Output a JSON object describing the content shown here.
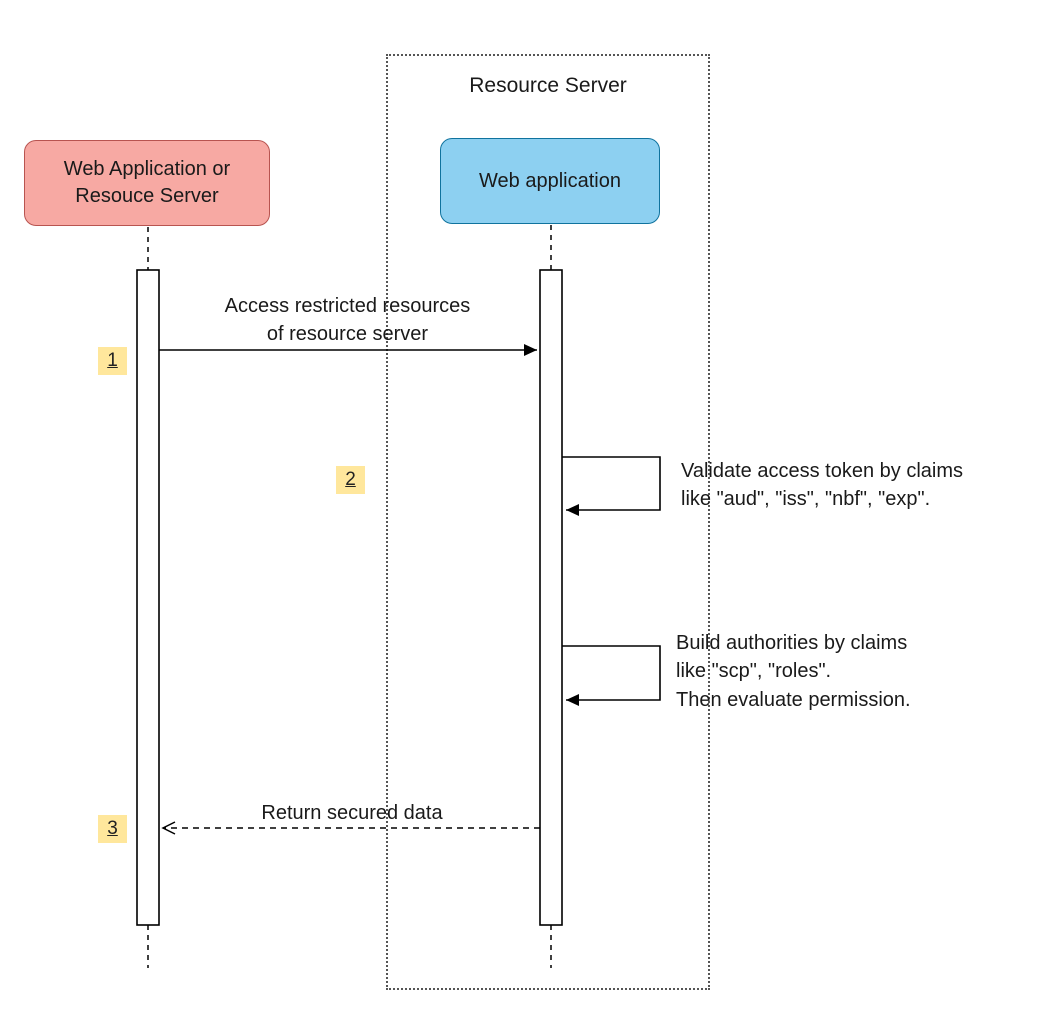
{
  "diagram": {
    "boundary_label": "Resource Server",
    "actors": {
      "left": {
        "label": "Web Application or\nResouce Server"
      },
      "right": {
        "label": "Web application"
      }
    },
    "steps": {
      "s1": {
        "num": "1",
        "label": "Access restricted resources\nof resource server"
      },
      "s2": {
        "num": "2",
        "label": "Validate access token by claims\nlike \"aud\", \"iss\", \"nbf\", \"exp\"."
      },
      "s2b": {
        "label": "Build authorities by claims\nlike \"scp\", \"roles\".\nThen evaluate permission."
      },
      "s3": {
        "num": "3",
        "label": "Return secured data"
      }
    },
    "colors": {
      "actor_left_fill": "#f7a9a3",
      "actor_left_stroke": "#b85450",
      "actor_right_fill": "#8dd0f1",
      "actor_right_stroke": "#10739e",
      "badge_bg": "#ffe79c",
      "line_color": "#000000"
    }
  }
}
